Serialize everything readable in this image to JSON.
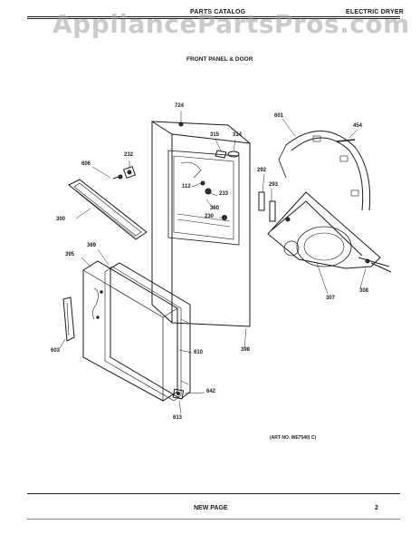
{
  "watermark": "AppliancePartsPros.com",
  "header": {
    "left_title": "PARTS CATALOG",
    "right_title": "ELECTRIC DRYER"
  },
  "section_title": "FRONT PANEL & DOOR",
  "part_numbers": {
    "p724": "724",
    "p315": "315",
    "p314": "314",
    "p232": "232",
    "p606": "606",
    "p112": "112",
    "p233": "233",
    "p360": "360",
    "p230": "230",
    "p300": "300",
    "p369": "369",
    "p395": "395",
    "p603": "603",
    "p610": "610",
    "p398": "398",
    "p642": "642",
    "p613": "613",
    "p601": "601",
    "p454": "454",
    "p292": "292",
    "p293": "293",
    "p307": "307",
    "p308": "308"
  },
  "art_number": "(ART NO. WE7540) C)",
  "footer": {
    "new_page": "NEW PAGE",
    "page_mark": "2"
  }
}
